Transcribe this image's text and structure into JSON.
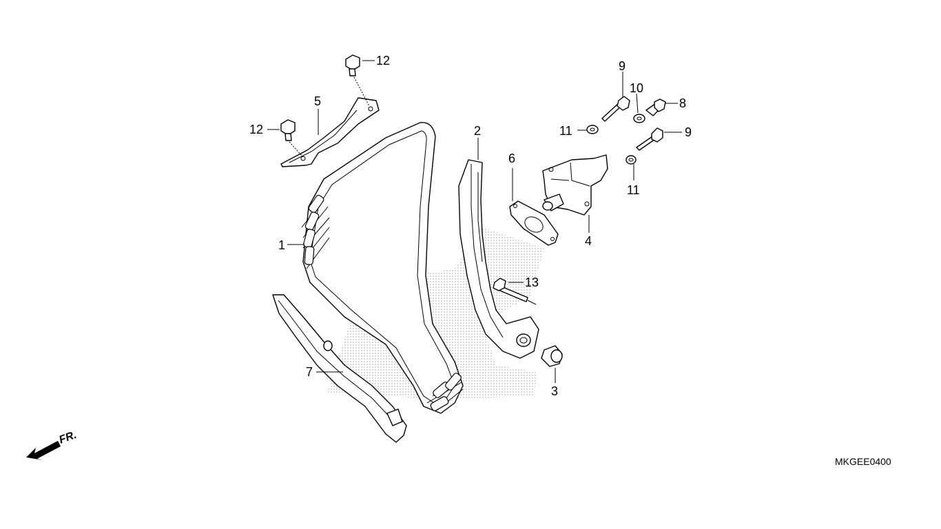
{
  "diagram_code": "MKGEE0400",
  "front_indicator": "FR.",
  "callouts": {
    "c1": "1",
    "c2": "2",
    "c3": "3",
    "c4": "4",
    "c5": "5",
    "c6": "6",
    "c7": "7",
    "c8": "8",
    "c9a": "9",
    "c9b": "9",
    "c10": "10",
    "c11a": "11",
    "c11b": "11",
    "c12a": "12",
    "c12b": "12",
    "c13": "13"
  }
}
